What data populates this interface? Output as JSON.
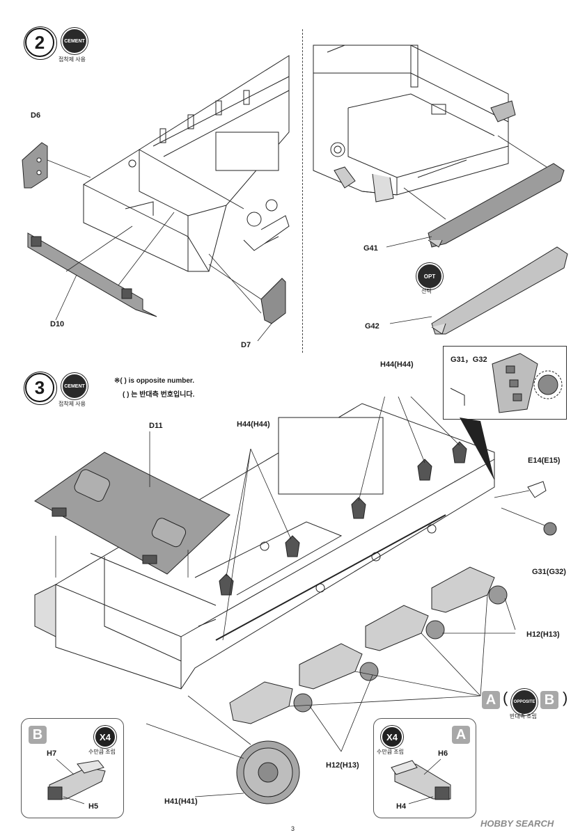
{
  "step2": {
    "number": "2",
    "badge": "CEMENT",
    "badge_note": "접착제 사용",
    "parts": {
      "d6": "D6",
      "d10": "D10",
      "d7": "D7",
      "g41": "G41",
      "g42": "G42"
    },
    "opt_badge": "OPT",
    "opt_note": "선택"
  },
  "step3": {
    "number": "3",
    "badge": "CEMENT",
    "badge_note": "접착제 사용",
    "note_en": "※(  ) is opposite number.",
    "note_kr": "(  ) 는 반대측 번호입니다.",
    "parts": {
      "d11": "D11",
      "h44_a": "H44(H44)",
      "h44_b": "H44(H44)",
      "g31_g32": "G31，G32",
      "e14": "E14(E15)",
      "g31": "G31(G32)",
      "h12_a": "H12(H13)",
      "h12_b": "H12(H13)",
      "h41": "H41(H41)"
    },
    "assy_a": "A",
    "assy_b": "B",
    "opposite_badge": "OPPOSITE",
    "opposite_note": "반대측 조립",
    "paren_open": "(",
    "paren_close": ")"
  },
  "inset_b": {
    "tag": "B",
    "count": "X4",
    "count_note": "수만큼 조립",
    "h7": "H7",
    "h5": "H5"
  },
  "inset_a": {
    "tag": "A",
    "count": "X4",
    "count_note": "수만큼 조립",
    "h6": "H6",
    "h4": "H4"
  },
  "footer": {
    "page_number": "3",
    "watermark": "HOBBY SEARCH"
  }
}
